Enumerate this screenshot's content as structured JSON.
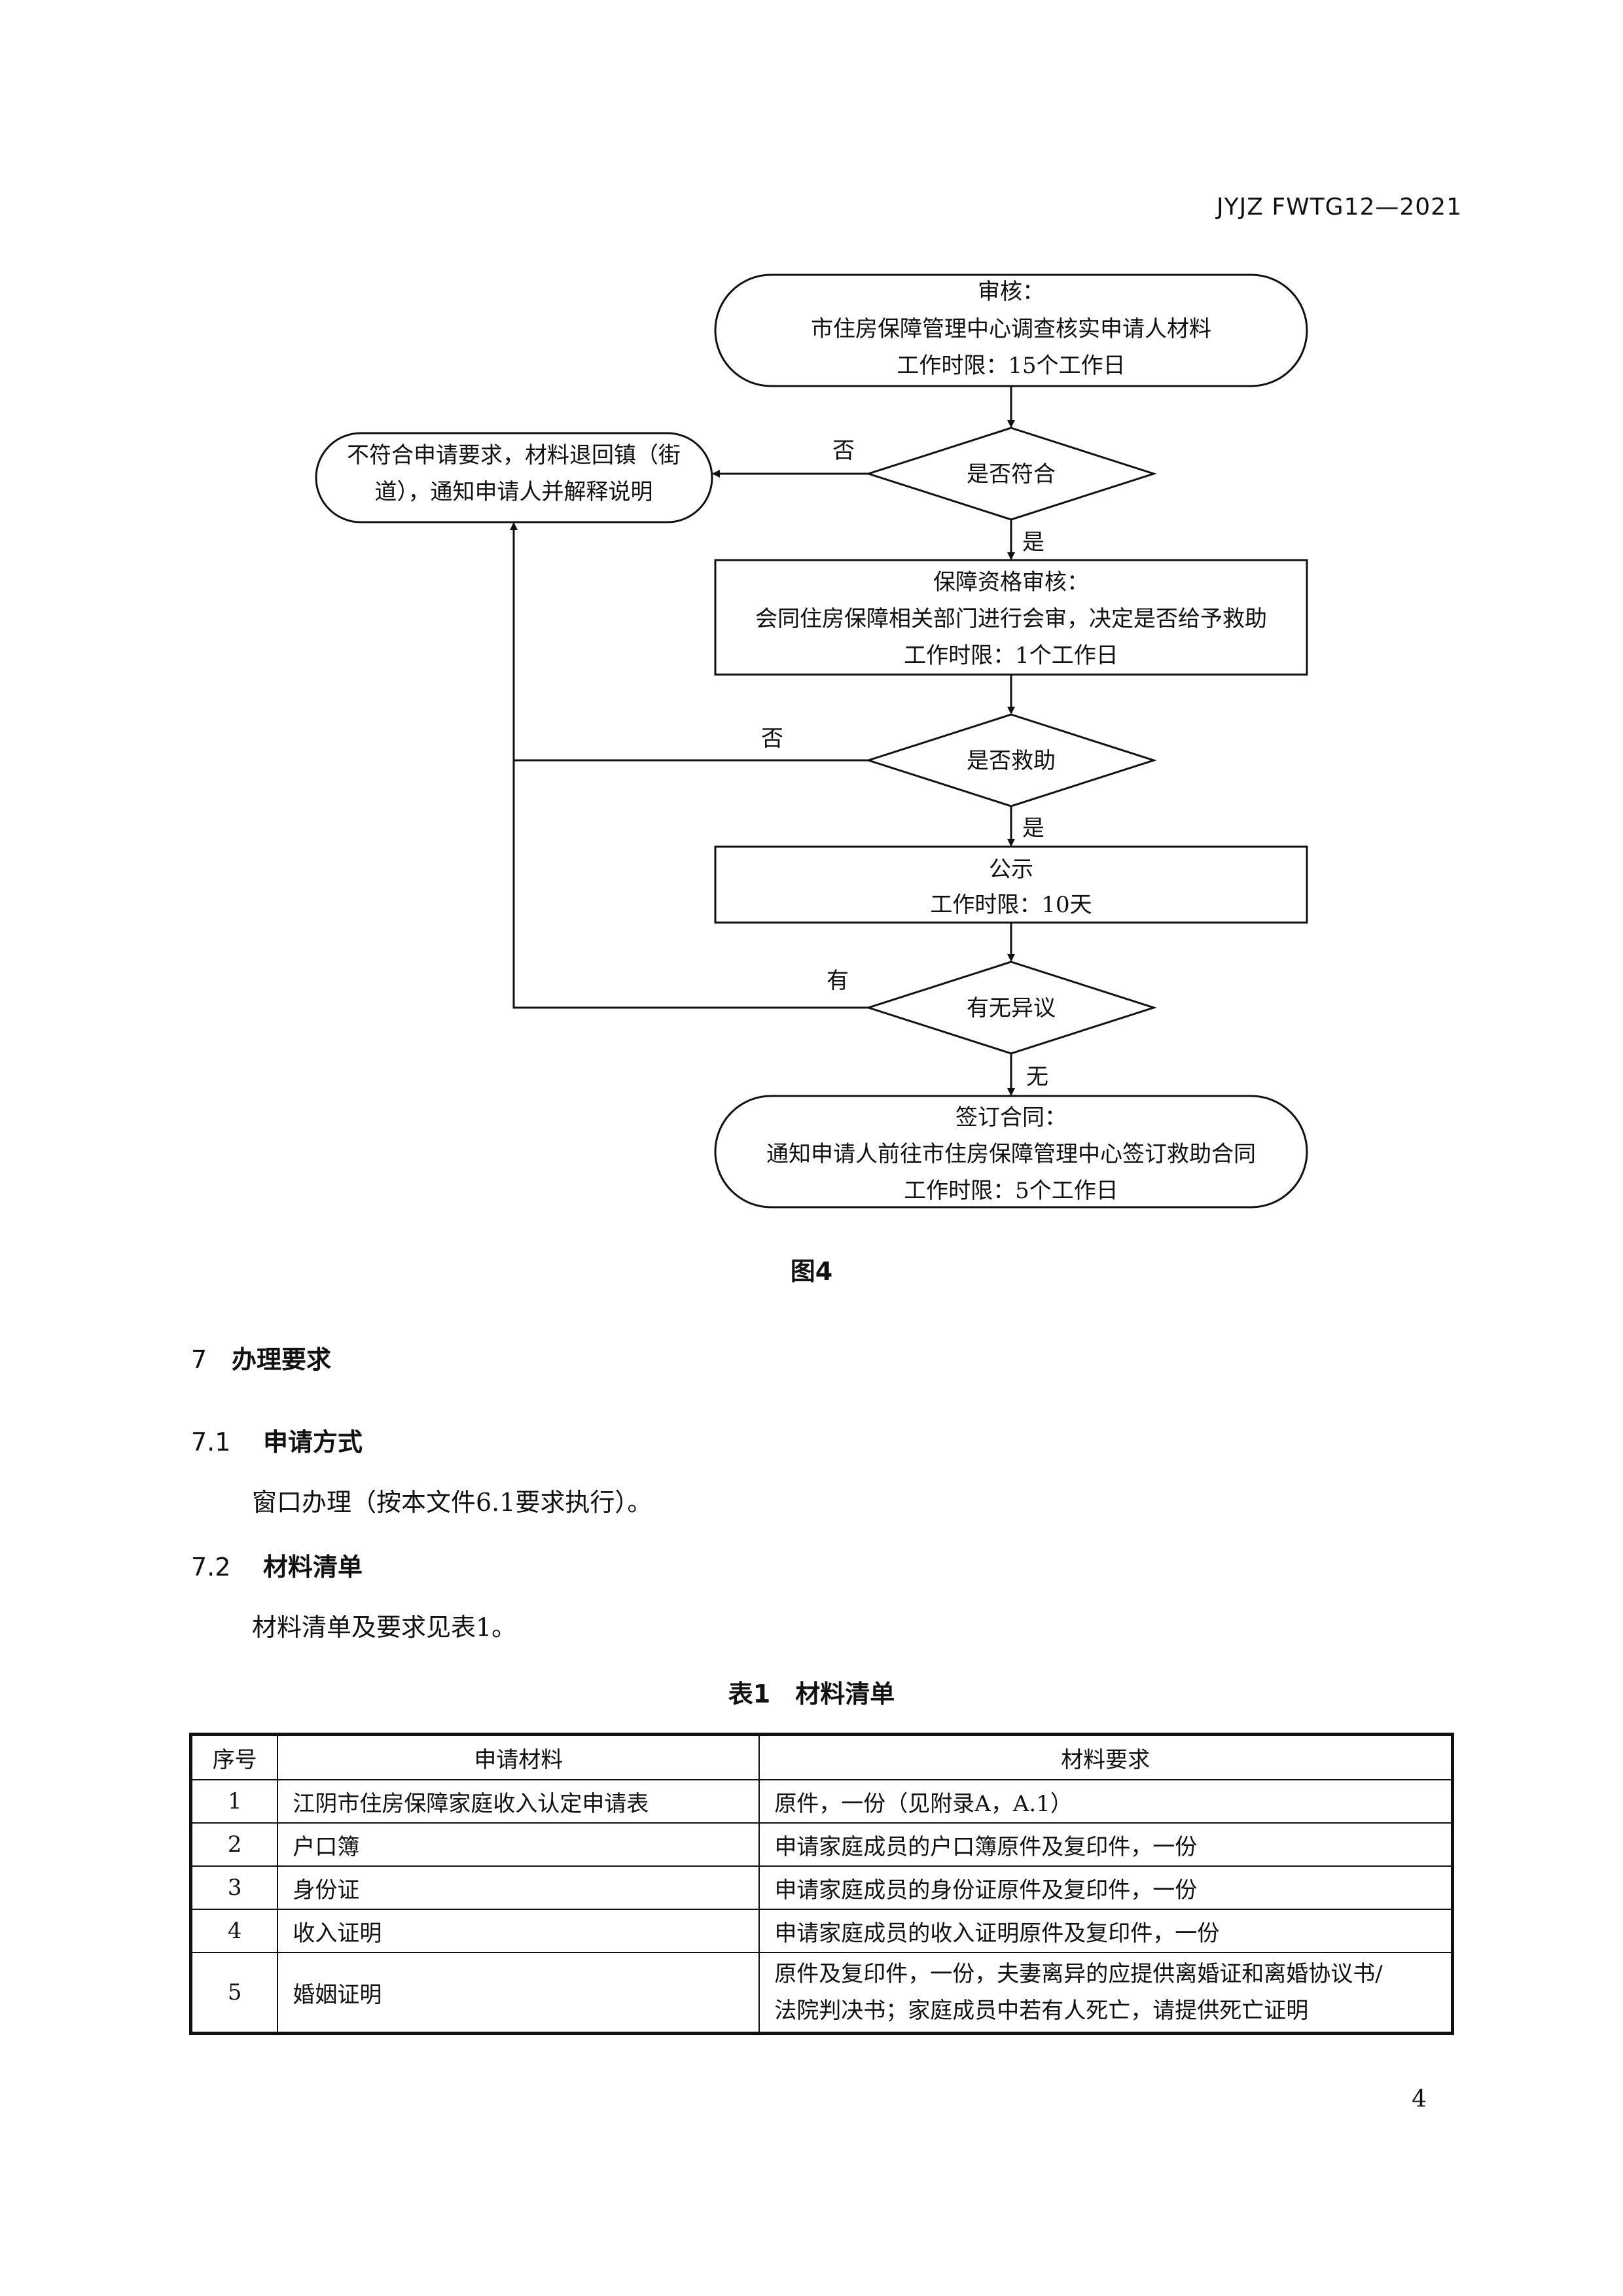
{
  "header": {
    "doc_id": "JYJZ FWTG12—2021"
  },
  "flowchart": {
    "review": {
      "line1": "审核：",
      "line2": "市住房保障管理中心调查核实申请人材料",
      "line3": "工作时限：15个工作日"
    },
    "decision1": "是否符合",
    "reject_box": {
      "line1": "不符合申请要求，材料退回镇（街",
      "line2": "道），通知申请人并解释说明"
    },
    "label_no1": "否",
    "label_yes1": "是",
    "qualify": {
      "line1": "保障资格审核：",
      "line2": "会同住房保障相关部门进行会审，决定是否给予救助",
      "line3": "工作时限：1个工作日"
    },
    "decision2": "是否救助",
    "label_no2": "否",
    "label_yes2": "是",
    "publicity": {
      "line1": "公示",
      "line2": "工作时限：10天"
    },
    "decision3": "有无异议",
    "label_has": "有",
    "label_none": "无",
    "contract": {
      "line1": "签订合同：",
      "line2": "通知申请人前往市住房保障管理中心签订救助合同",
      "line3": "工作时限：5个工作日"
    },
    "caption": "图4"
  },
  "section7": {
    "num": "7",
    "title": "办理要求"
  },
  "section71": {
    "num": "7.1",
    "title": "申请方式",
    "text": "窗口办理（按本文件6.1要求执行）。"
  },
  "section72": {
    "num": "7.2",
    "title": "材料清单",
    "text": "材料清单及要求见表1。"
  },
  "table": {
    "caption": "表1　材料清单",
    "headers": [
      "序号",
      "申请材料",
      "材料要求"
    ],
    "rows": [
      {
        "no": "1",
        "item": "江阴市住房保障家庭收入认定申请表",
        "req": "原件，一份（见附录A，A.1）"
      },
      {
        "no": "2",
        "item": "户口簿",
        "req": "申请家庭成员的户口簿原件及复印件，一份"
      },
      {
        "no": "3",
        "item": "身份证",
        "req": "申请家庭成员的身份证原件及复印件，一份"
      },
      {
        "no": "4",
        "item": "收入证明",
        "req": "申请家庭成员的收入证明原件及复印件，一份"
      },
      {
        "no": "5",
        "item": "婚姻证明",
        "req": "原件及复印件，一份，夫妻离异的应提供离婚证和离婚协议书/",
        "req2": "法院判决书；家庭成员中若有人死亡，请提供死亡证明"
      }
    ]
  },
  "footer": {
    "page": "4"
  }
}
